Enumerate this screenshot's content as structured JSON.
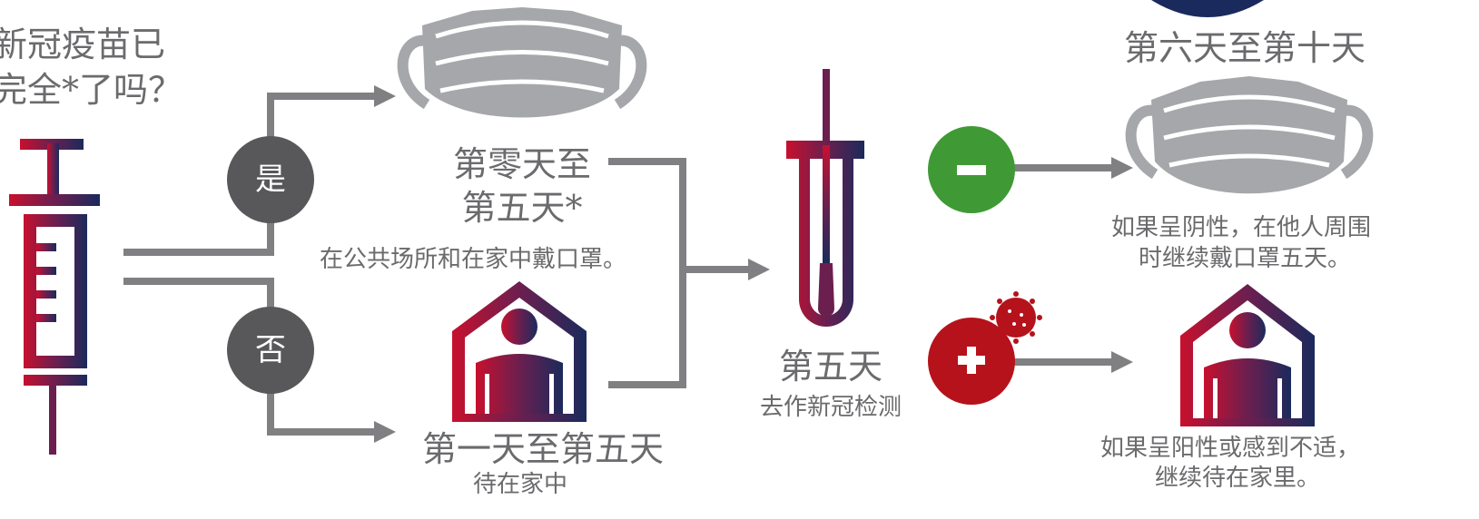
{
  "question": {
    "line1": "新冠疫苗已",
    "line2": "完全*了吗？"
  },
  "branches": {
    "yes": "是",
    "no": "否"
  },
  "mask_path": {
    "title_line1": "第零天至",
    "title_line2": "第五天*",
    "caption": "在公共场所和在家中戴口罩。"
  },
  "home_path": {
    "title": "第一天至第五天",
    "caption": "待在家中"
  },
  "test_step": {
    "title": "第五天",
    "caption": "去作新冠检测"
  },
  "results": {
    "negative_symbol": "-",
    "positive_symbol": "+"
  },
  "after_negative": {
    "title": "第六天至第十天",
    "caption_line1": "如果呈阴性，在他人周围",
    "caption_line2": "时继续戴口罩五天。"
  },
  "after_positive": {
    "caption_line1": "如果呈阳性或感到不适，",
    "caption_line2": "继续待在家里。"
  },
  "colors": {
    "gradient_red": "#c8102e",
    "gradient_purple": "#6b1f4f",
    "gradient_navy": "#1b2a5c",
    "connector": "#808083",
    "badge_dark": "#58585a",
    "mask_gray": "#a6a7aa",
    "negative_green": "#3f9a35",
    "positive_red": "#b5121b",
    "text_gray": "#6b6b6e"
  }
}
